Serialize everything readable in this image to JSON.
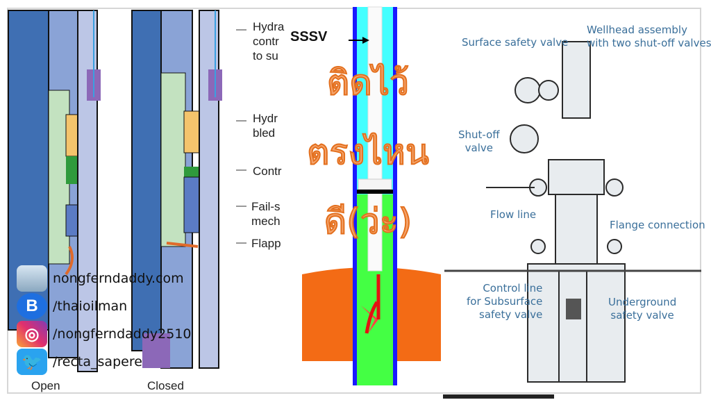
{
  "left_diagram": {
    "labels": [
      "Hydra\ncontr\nto su",
      "Hydr\nbled",
      "Contr",
      "Fail-s\nmech",
      "Flapp"
    ],
    "captions": {
      "open": "Open",
      "closed": "Closed"
    }
  },
  "middle_diagram": {
    "sssv_label": "SSSV",
    "overlay_lines": [
      "ติดไว้",
      "ตรงไหน",
      "ดี(ว่ะ)"
    ]
  },
  "right_diagram": {
    "labels": {
      "surface_safety_valve": "Surface safety valve",
      "wellhead": "Wellhead assembly\nwith two shut-off valves",
      "shutoff": "Shut-off\nvalve",
      "flow_line": "Flow line",
      "flange": "Flange connection",
      "control_line": "Control line\nfor Subsurface\nsafety valve",
      "underground": "Underground\nsafety valve"
    }
  },
  "social": [
    {
      "icon": "website-icon",
      "text": "nongferndaddy.com"
    },
    {
      "icon": "blockdit-icon",
      "text": "/thaioilman"
    },
    {
      "icon": "instagram-icon",
      "text": "/nongferndaddy2510"
    },
    {
      "icon": "twitter-icon",
      "text": "/recta_sapere"
    }
  ]
}
